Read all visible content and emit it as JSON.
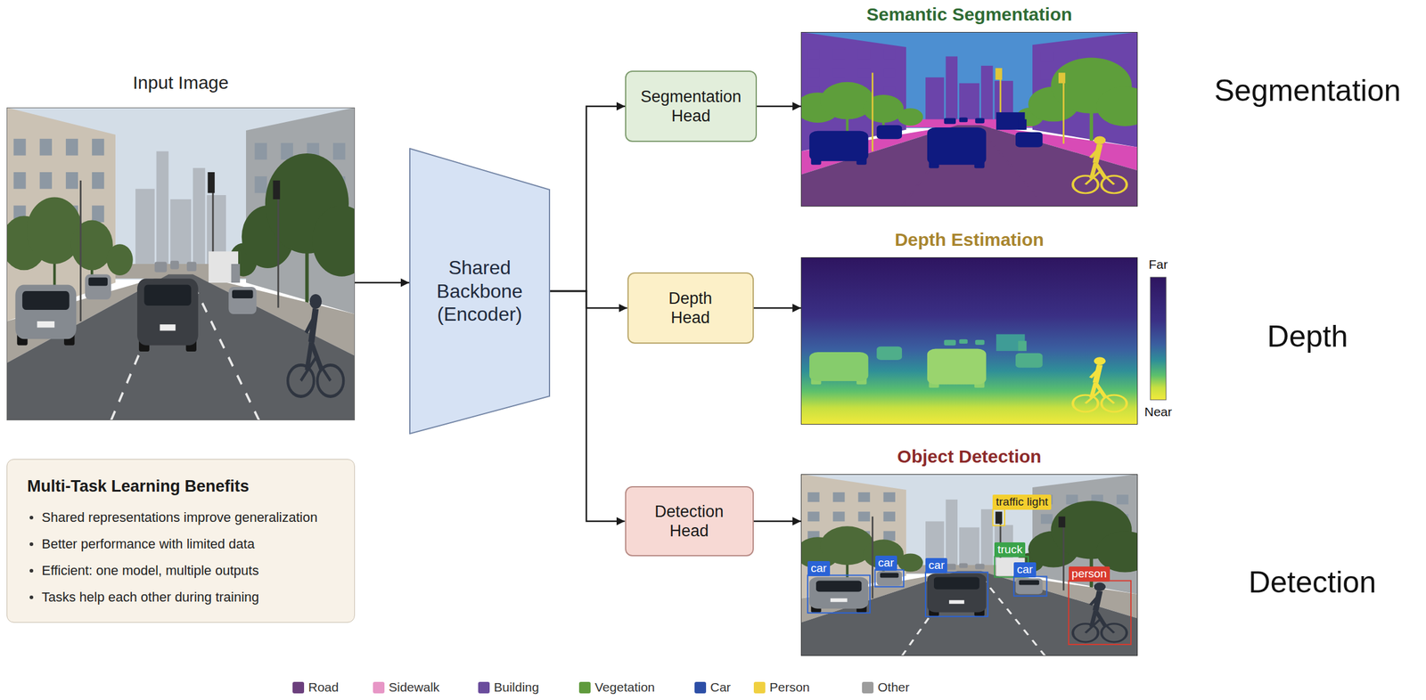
{
  "diagram": {
    "nodes": [
      {
        "text": [
          "Input Image"
        ]
      },
      {
        "text": [
          "Shared Backbone (Encoder)"
        ]
      },
      {
        "text": [
          "Segmentation Head"
        ]
      },
      {
        "text": [
          "Depth Head"
        ]
      },
      {
        "text": [
          "Detection Head"
        ]
      },
      {
        "text": [
          "Semantic Segmentation"
        ]
      },
      {
        "text": [
          "Depth Estimation"
        ]
      },
      {
        "text": [
          "Object Detection"
        ]
      },
      {
        "text": [
          "Multi-Task Learning Benefits",
          "Shared representations improve generalization",
          "Better performance with limited data",
          "Efficient: one model, multiple outputs",
          "Tasks help each other during training"
        ]
      }
    ],
    "edges": [
      {
        "from": 0,
        "to": 1,
        "arrow": "to"
      },
      {
        "from": 1,
        "to": 2,
        "arrow": "to"
      },
      {
        "from": 1,
        "to": 3,
        "arrow": "to"
      },
      {
        "from": 1,
        "to": 4,
        "arrow": "to"
      },
      {
        "from": 2,
        "to": 5,
        "arrow": "to"
      },
      {
        "from": 3,
        "to": 6,
        "arrow": "to"
      },
      {
        "from": 4,
        "to": 7,
        "arrow": "to"
      }
    ],
    "labels": [
      "Segmentation",
      "Far",
      "Near",
      "Depth",
      "car",
      "car",
      "car",
      "truck",
      "car",
      "traffic light",
      "person",
      "Detection"
    ],
    "legend": [
      {
        "text": "Road",
        "color": "#6b3f7c"
      },
      {
        "text": "Sidewalk",
        "color": "#e796c6"
      },
      {
        "text": "Building",
        "color": "#6a4c9c"
      },
      {
        "text": "Vegetation",
        "color": "#5f9a3c"
      },
      {
        "text": "Car",
        "color": "#2c4ea6"
      },
      {
        "text": "Person",
        "color": "#f0d040"
      },
      {
        "text": "Other",
        "color": "#9c9c9c"
      }
    ]
  }
}
